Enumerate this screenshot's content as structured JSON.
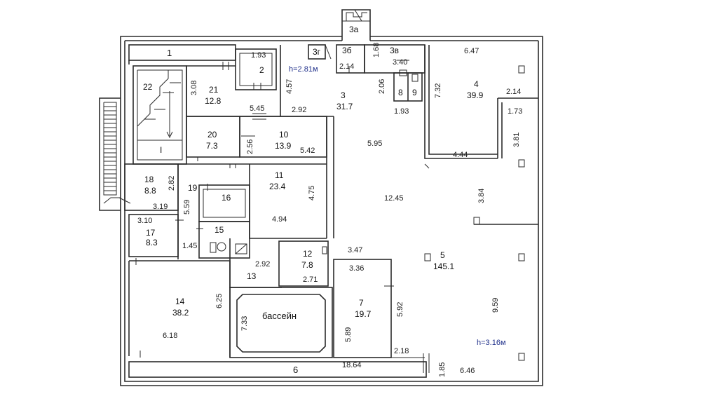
{
  "heights": {
    "upper": "h=2.81м",
    "lower": "h=3.16м"
  },
  "rooms": {
    "r1": {
      "num": "1"
    },
    "r2": {
      "num": "2",
      "dim": "1.93"
    },
    "r3": {
      "num": "3",
      "area": "31.7"
    },
    "r3a": {
      "num": "3а"
    },
    "r3b": {
      "num": "3б"
    },
    "r3v": {
      "num": "3в"
    },
    "r3g": {
      "num": "3г"
    },
    "r4": {
      "num": "4",
      "area": "39.9"
    },
    "r5": {
      "num": "5",
      "area": "145.1"
    },
    "r6": {
      "num": "6"
    },
    "r7": {
      "num": "7",
      "area": "19.7"
    },
    "r8": {
      "num": "8"
    },
    "r9": {
      "num": "9"
    },
    "r10": {
      "num": "10",
      "area": "13.9"
    },
    "r11": {
      "num": "11",
      "area": "23.4"
    },
    "r12": {
      "num": "12",
      "area": "7.8"
    },
    "r13": {
      "num": "13"
    },
    "r14": {
      "num": "14",
      "area": "38.2"
    },
    "r15": {
      "num": "15"
    },
    "r16": {
      "num": "16"
    },
    "r17": {
      "num": "17",
      "area": "8.3"
    },
    "r18": {
      "num": "18",
      "area": "8.8"
    },
    "r19": {
      "num": "19"
    },
    "r20": {
      "num": "20",
      "area": "7.3"
    },
    "r21": {
      "num": "21",
      "area": "12.8"
    },
    "r22": {
      "num": "22"
    },
    "stairI": {
      "num": "I"
    }
  },
  "pool": {
    "label": "бассейн"
  },
  "dims": {
    "d_6_47": "6.47",
    "d_2_14a": "2.14",
    "d_1_68": "1.68",
    "d_3_40": "3.40",
    "d_4_57": "4.57",
    "d_3_08": "3.08",
    "d_5_45": "5.45",
    "d_2_92a": "2.92",
    "d_2_06": "2.06",
    "d_1_93b": "1.93",
    "d_7_32": "7.32",
    "d_2_14b": "2.14",
    "d_1_73": "1.73",
    "d_3_81": "3.81",
    "d_4_44": "4.44",
    "d_2_56": "2.56",
    "d_5_42": "5.42",
    "d_5_95": "5.95",
    "d_2_82": "2.82",
    "d_3_19": "3.19",
    "d_5_59": "5.59",
    "d_4_75": "4.75",
    "d_12_45": "12.45",
    "d_3_84": "3.84",
    "d_3_10": "3.10",
    "d_4_94": "4.94",
    "d_1_45": "1.45",
    "d_2_92b": "2.92",
    "d_3_47": "3.47",
    "d_3_36": "3.36",
    "d_2_71": "2.71",
    "d_6_25": "6.25",
    "d_5_92": "5.92",
    "d_9_59": "9.59",
    "d_7_33": "7.33",
    "d_6_18": "6.18",
    "d_5_89": "5.89",
    "d_2_18": "2.18",
    "d_18_64": "18.64",
    "d_1_85": "1.85",
    "d_6_46": "6.46"
  }
}
